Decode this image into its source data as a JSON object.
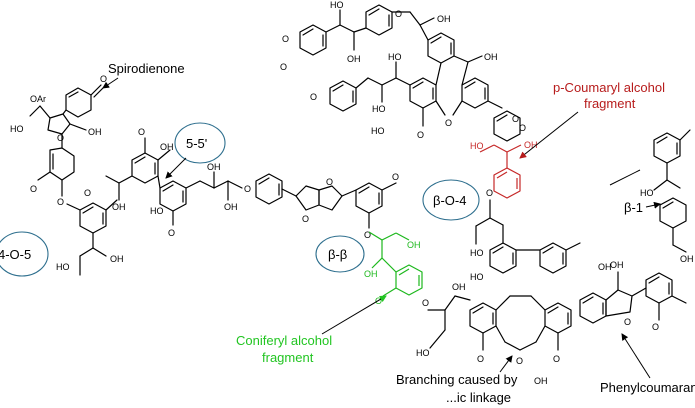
{
  "labels": {
    "spirodienone": "Spirodienone",
    "coumaryl_line1": "p-Coumaryl alcohol",
    "coumaryl_line2": "fragment",
    "coniferyl_line1": "Coniferyl alcohol",
    "coniferyl_line2": "fragment",
    "branching_line1": "Branching caused by",
    "branching_line2": "...ic linkage",
    "phenylcoumaran": "Phenylcoumaran"
  },
  "linkages": {
    "five_five": "5-5'",
    "beta_beta": "β-β",
    "beta_o_4": "β-O-4",
    "four_o_five": "4-O-5",
    "beta_one": "β-1"
  },
  "atoms": {
    "oh": "OH",
    "ho": "HO",
    "o": "O",
    "oar": "OAr"
  },
  "colors": {
    "callout_stroke": "#2e6f8e",
    "coumaryl": "#c62828",
    "coniferyl": "#1db81d",
    "bond": "#000000"
  }
}
